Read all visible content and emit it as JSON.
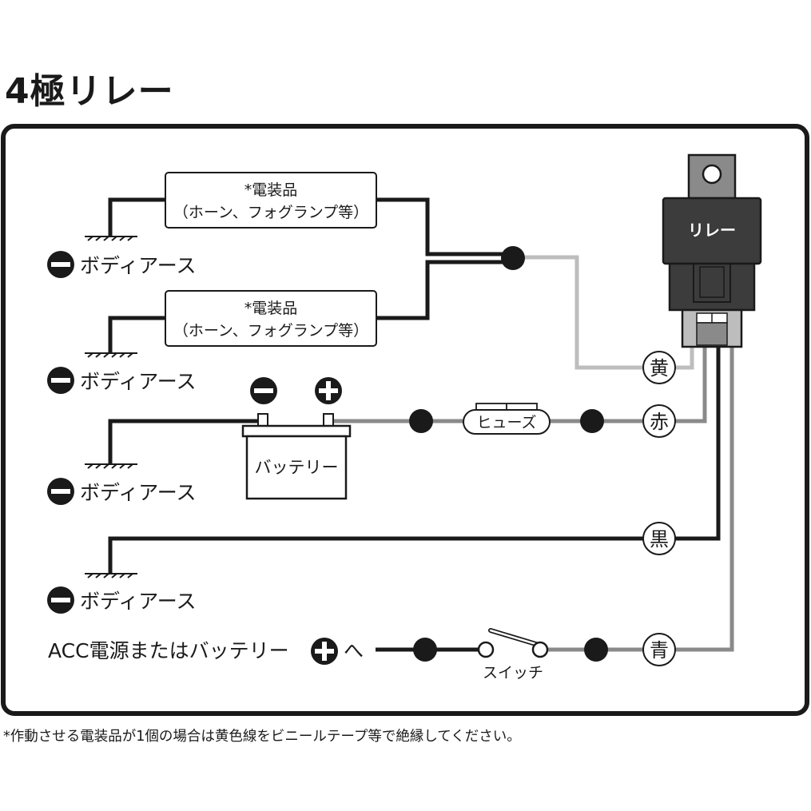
{
  "title": "4極リレー",
  "footnote": "*作動させる電装品が1個の場合は黄色線をビニールテープ等で絶縁してください。",
  "relay_label": "リレー",
  "device_1": {
    "line1": "*電装品",
    "line2": "（ホーン、フォグランプ等）"
  },
  "device_2": {
    "line1": "*電装品",
    "line2": "（ホーン、フォグランプ等）"
  },
  "ground_label": "ボディアース",
  "battery_label": "バッテリー",
  "fuse_label": "ヒューズ",
  "switch_label": "スイッチ",
  "acc_label": "ACC電源またはバッテリー",
  "acc_suffix": "へ",
  "wires": {
    "yellow": "黄",
    "red": "赤",
    "black": "黒",
    "blue": "青"
  },
  "colors": {
    "frame": "#1a1a1a",
    "gray_wire": "#8a8a8a",
    "light_wire": "#bdbdbd",
    "relay_body": "#3c3c3c"
  }
}
